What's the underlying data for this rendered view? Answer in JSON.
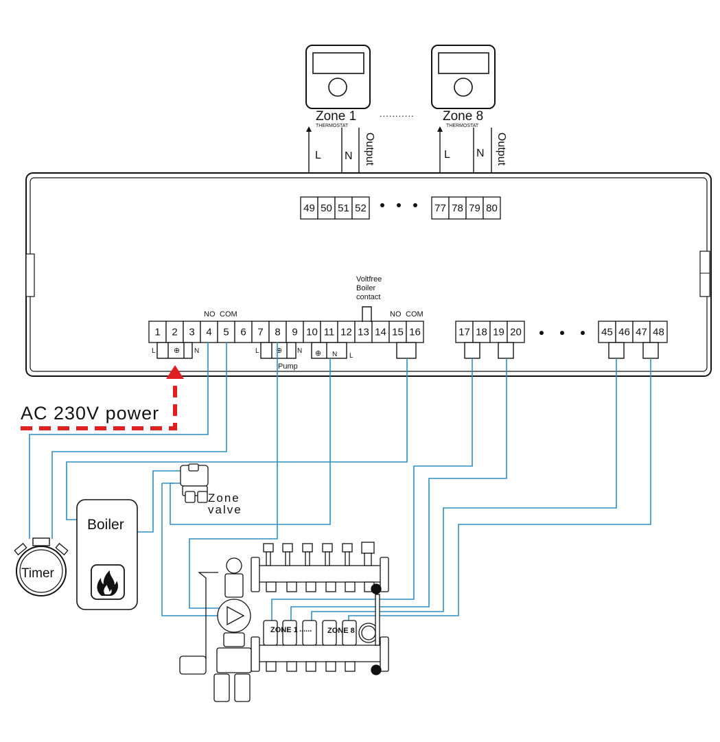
{
  "thermostats": [
    {
      "label": "Zone 1",
      "sub": "THERMOSTAT"
    },
    {
      "label": "Zone 8",
      "sub": "THERMOSTAT"
    }
  ],
  "thermostat_ellipsis": "...........",
  "thermostat_wire_labels": {
    "l": "L",
    "n": "N",
    "output": "Output"
  },
  "top_terminals_left": [
    "49",
    "50",
    "51",
    "52"
  ],
  "top_terminals_right": [
    "77",
    "78",
    "79",
    "80"
  ],
  "bottom_terminals_a": [
    "1",
    "2",
    "3",
    "4",
    "5",
    "6",
    "7",
    "8",
    "9",
    "10",
    "11",
    "12",
    "13",
    "14",
    "15",
    "16"
  ],
  "bottom_terminals_b": [
    "17",
    "18",
    "19",
    "20"
  ],
  "bottom_terminals_c": [
    "45",
    "46",
    "47",
    "48"
  ],
  "small_labels": {
    "no_1": "NO",
    "com_1": "COM",
    "no_2": "NO",
    "com_2": "COM",
    "l1": "L",
    "n1": "N",
    "l2": "L",
    "n2": "N",
    "n3": "N",
    "l3": "L",
    "earth": "⊕",
    "pump": "Pump"
  },
  "voltfree": [
    "Voltfree",
    "Boiler",
    "contact"
  ],
  "power_label": "AC 230V power",
  "devices": {
    "boiler": "Boiler",
    "timer": "Timer",
    "zone_valve": [
      "Zone",
      "valve"
    ],
    "manifold_zone1": "ZONE 1",
    "manifold_dots": "......",
    "manifold_zone8": "ZONE 8"
  },
  "colors": {
    "wire": "#2b8fc4",
    "power": "#e02020",
    "ink": "#111111"
  }
}
